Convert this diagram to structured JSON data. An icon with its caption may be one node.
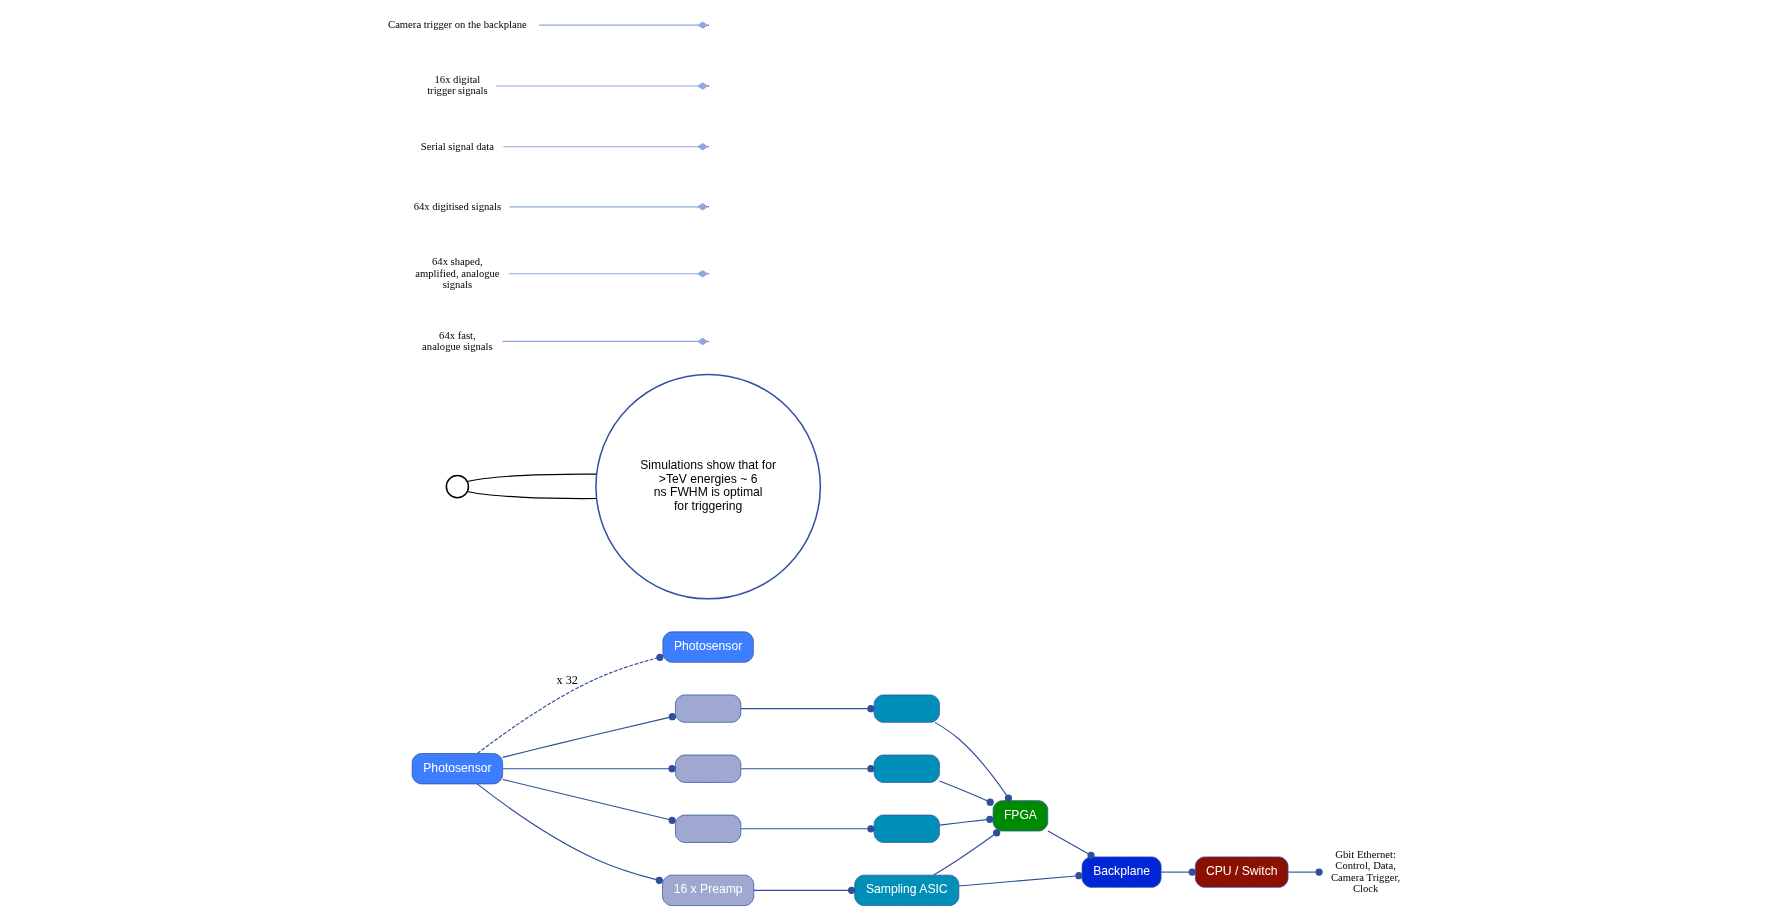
{
  "diagram": {
    "nodes": [
      {
        "text": [
          "Photosensor"
        ]
      },
      {
        "text": [
          "Photosensor"
        ]
      },
      {
        "text": [],
        "shape": "box"
      },
      {
        "text": [],
        "shape": "box"
      },
      {
        "text": [],
        "shape": "box"
      },
      {
        "text": [
          "16 x Preamp"
        ]
      },
      {
        "text": [],
        "shape": "box"
      },
      {
        "text": [],
        "shape": "box"
      },
      {
        "text": [],
        "shape": "box"
      },
      {
        "text": [
          "Sampling ASIC"
        ]
      },
      {
        "text": [
          "FPGA"
        ]
      },
      {
        "text": [
          "Backplane"
        ]
      },
      {
        "text": [
          "CPU / Switch"
        ]
      },
      {
        "text": [],
        "shape": "circle"
      },
      {
        "text": [
          "Simulations show that for >TeV energies ~ 6 ns FWHM is optimal for triggering"
        ]
      },
      {
        "text": [
          "64x fast, analogue signals"
        ]
      },
      {
        "text": [
          "64x shaped, amplified, analogue signals"
        ]
      },
      {
        "text": [
          "64x digitised signals"
        ]
      },
      {
        "text": [
          "Serial signal data"
        ]
      },
      {
        "text": [
          "16x digital trigger signals"
        ]
      },
      {
        "text": [
          "Camera trigger on the backplane"
        ]
      },
      {
        "text": [
          "Gbit Ethernet: Control, Data, Camera Trigger, Clock"
        ]
      }
    ],
    "edges": [
      {
        "from": 0,
        "to": 1,
        "arrow": "other",
        "style": "dashed",
        "label": "x 32"
      },
      {
        "from": 0,
        "to": 2,
        "arrow": "other"
      },
      {
        "from": 0,
        "to": 3,
        "arrow": "other"
      },
      {
        "from": 0,
        "to": 4,
        "arrow": "other"
      },
      {
        "from": 0,
        "to": 5,
        "arrow": "other"
      },
      {
        "from": 2,
        "to": 6,
        "arrow": "other"
      },
      {
        "from": 3,
        "to": 7,
        "arrow": "other"
      },
      {
        "from": 4,
        "to": 8,
        "arrow": "other"
      },
      {
        "from": 5,
        "to": 9,
        "arrow": "other"
      },
      {
        "from": 6,
        "to": 10,
        "arrow": "other"
      },
      {
        "from": 7,
        "to": 10,
        "arrow": "other"
      },
      {
        "from": 8,
        "to": 10,
        "arrow": "other"
      },
      {
        "from": 9,
        "to": 10,
        "arrow": "other"
      },
      {
        "from": 10,
        "to": 11,
        "arrow": "other"
      },
      {
        "from": 9,
        "to": 11,
        "arrow": "other"
      },
      {
        "from": 11,
        "to": 12,
        "arrow": "other"
      },
      {
        "from": 12,
        "to": 21,
        "arrow": "other"
      },
      {
        "from": 13,
        "to": 14,
        "arrow": "none",
        "color": "#000000"
      },
      {
        "from": 13,
        "to": 14,
        "arrow": "none",
        "color": "#000000"
      },
      {
        "from": 15,
        "to": null,
        "arrow": "other",
        "color": "#8fa8e0"
      },
      {
        "from": 16,
        "to": null,
        "arrow": "other",
        "color": "#8fa8e0"
      },
      {
        "from": 17,
        "to": null,
        "arrow": "other",
        "color": "#8fa8e0"
      },
      {
        "from": 18,
        "to": null,
        "arrow": "other",
        "color": "#8fa8e0"
      },
      {
        "from": 19,
        "to": null,
        "arrow": "other",
        "color": "#8fa8e0"
      },
      {
        "from": 20,
        "to": null,
        "arrow": "other",
        "color": "#8fa8e0"
      }
    ]
  }
}
